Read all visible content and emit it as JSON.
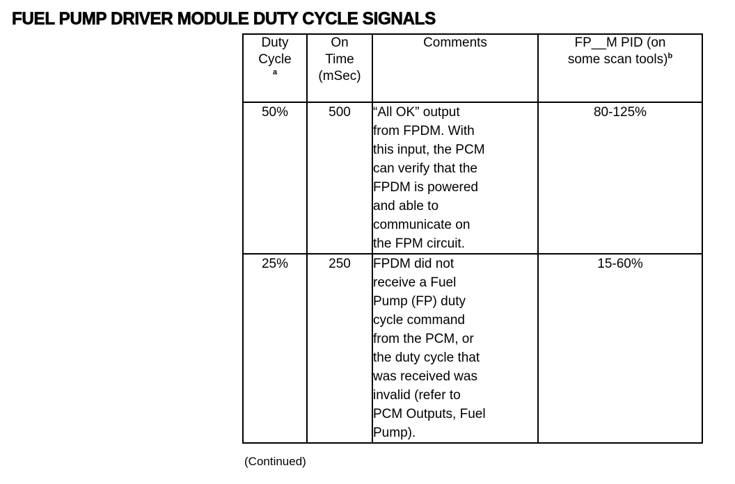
{
  "page": {
    "title": "FUEL PUMP DRIVER MODULE DUTY CYCLE SIGNALS",
    "continued_note": "(Continued)",
    "text_color": "#000000",
    "background_color": "#ffffff",
    "border_color": "#000000"
  },
  "table": {
    "headers": {
      "duty_cycle_line1": "Duty",
      "duty_cycle_line2": "Cycle",
      "duty_cycle_footnote": "a",
      "on_time_line1": "On",
      "on_time_line2": "Time",
      "on_time_line3": "(mSec)",
      "comments": "Comments",
      "pid_line1": "FP__M PID (on",
      "pid_line2": "some scan tools)",
      "pid_footnote": "b"
    },
    "rows": [
      {
        "duty_cycle": "50%",
        "on_time": "500",
        "comment_lines": [
          "“All OK” output",
          "from FPDM. With",
          "this input, the PCM",
          "can verify that the",
          "FPDM is powered",
          "and able to",
          "communicate on",
          "the FPM circuit."
        ],
        "pid": "80-125%"
      },
      {
        "duty_cycle": "25%",
        "on_time": "250",
        "comment_lines": [
          "FPDM did not",
          "receive a Fuel",
          "Pump (FP) duty",
          "cycle command",
          "from the PCM, or",
          "the duty cycle that",
          "was received was",
          "invalid (refer to",
          "PCM Outputs, Fuel",
          "Pump)."
        ],
        "pid": "15-60%"
      }
    ]
  }
}
